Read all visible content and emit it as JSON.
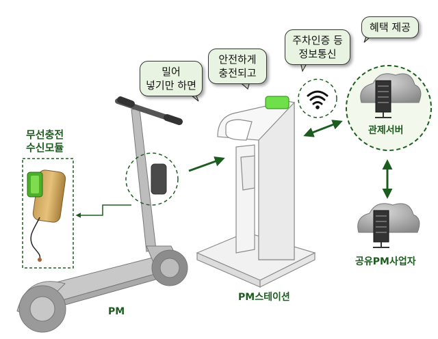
{
  "bubbles": {
    "push_in": [
      "밀어",
      "넣기만 하면"
    ],
    "charge_safe": [
      "안전하게",
      "충전되고"
    ],
    "parking_auth": [
      "주차인증 등",
      "정보통신"
    ],
    "benefits": [
      "혜택 제공"
    ]
  },
  "labels": {
    "receiver_module": [
      "무선충전",
      "수신모듈"
    ],
    "pm": "PM",
    "station": "PM스테이션",
    "control_server": "관제서버",
    "operator": "공유PM사업자"
  },
  "colors": {
    "dark_green": "#1d5c1f",
    "bubble_fill": "#e9f3e1",
    "circle_fill": "#f2f8ec"
  },
  "icons": [
    "wifi-icon",
    "cloud-server-icon",
    "cloud-server-icon"
  ]
}
